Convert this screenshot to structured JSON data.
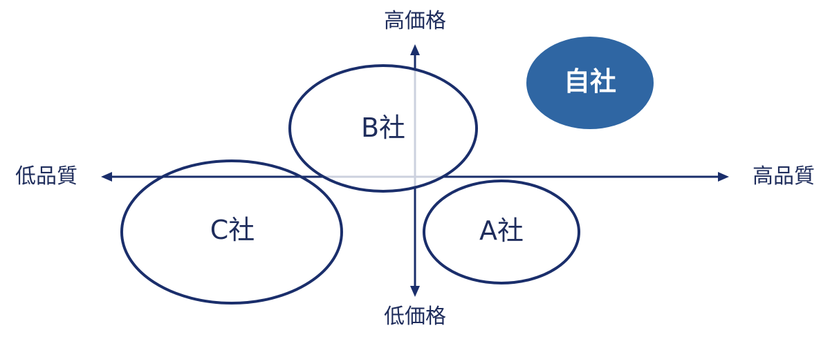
{
  "axes": {
    "y_top_label": "高価格",
    "y_bottom_label": "低価格",
    "x_left_label": "低品質",
    "x_right_label": "高品質"
  },
  "companies": {
    "a_label": "A社",
    "b_label": "B社",
    "c_label": "C社",
    "self_label": "自社"
  },
  "colors": {
    "axis": "#1a2e6b",
    "ellipse_stroke": "#1a2e6b",
    "self_fill": "#2f66a3",
    "text": "#1f2d5c"
  }
}
